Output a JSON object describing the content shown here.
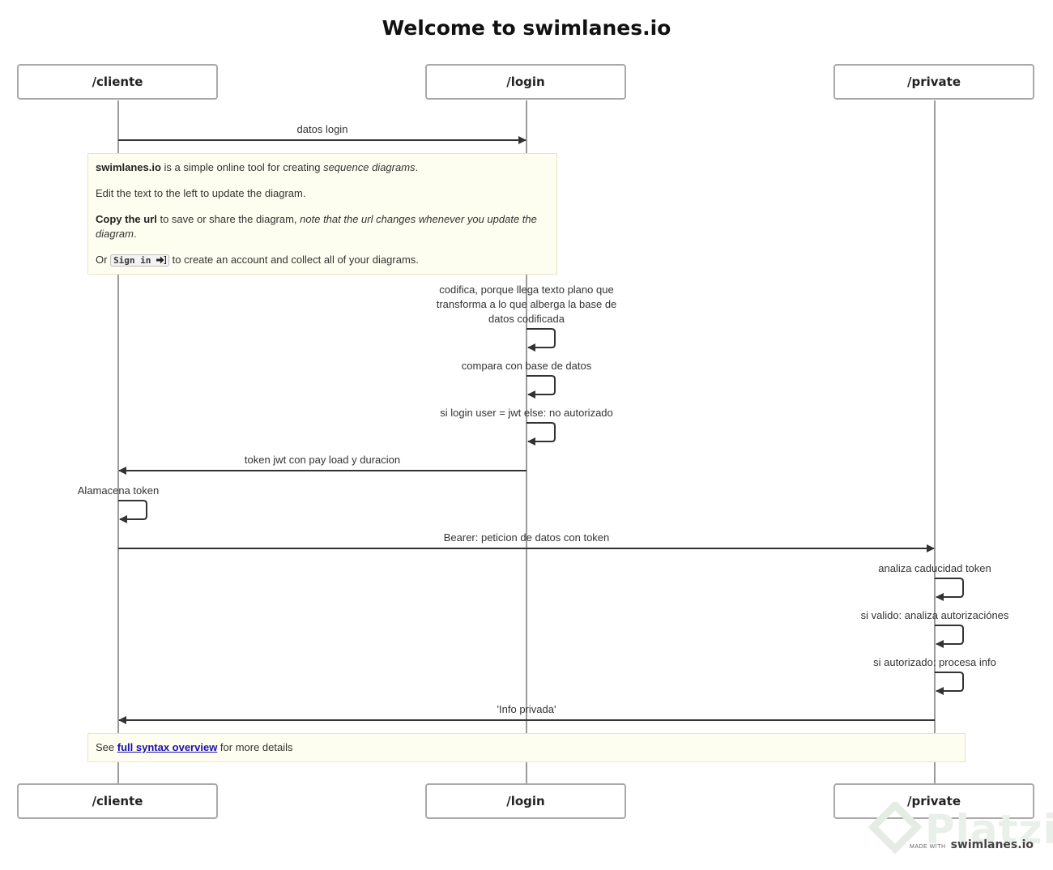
{
  "diagram": {
    "title": "Welcome to swimlanes.io"
  },
  "actors": [
    {
      "id": "cliente",
      "label": "/cliente"
    },
    {
      "id": "login",
      "label": "/login"
    },
    {
      "id": "private",
      "label": "/private"
    }
  ],
  "messages": [
    {
      "from": "cliente",
      "to": "login",
      "label": "datos login"
    },
    {
      "from": "login",
      "to": "login",
      "label": "codifica, porque llega texto plano que transforma a lo que alberga la base de datos codificada"
    },
    {
      "from": "login",
      "to": "login",
      "label": "compara con base de datos"
    },
    {
      "from": "login",
      "to": "login",
      "label": "si login user = jwt else: no autorizado"
    },
    {
      "from": "login",
      "to": "cliente",
      "label": "token jwt con pay load y duracion"
    },
    {
      "from": "cliente",
      "to": "cliente",
      "label": "Alamacena token"
    },
    {
      "from": "cliente",
      "to": "private",
      "label": "Bearer: peticion de datos con token"
    },
    {
      "from": "private",
      "to": "private",
      "label": "analiza caducidad token"
    },
    {
      "from": "private",
      "to": "private",
      "label": "si valido: analiza autorizaciónes"
    },
    {
      "from": "private",
      "to": "private",
      "label": "si autorizado: procesa info"
    },
    {
      "from": "private",
      "to": "cliente",
      "label": "'Info privada'"
    }
  ],
  "intro_note": {
    "line1_bold": "swimlanes.io",
    "line1_text": " is a simple online tool for creating ",
    "line1_italic": "sequence diagrams",
    "line1_end": ".",
    "line2": "Edit the text to the left to update the diagram.",
    "line3_bold": "Copy the url",
    "line3_text": " to save or share the diagram, ",
    "line3_italic": "note that the url changes whenever you update the diagram",
    "line3_end": ".",
    "line4_start": "Or ",
    "line4_kbd": "Sign in",
    "line4_kbd_icon": "sign-in-icon",
    "line4_end": " to create an account and collect all of your diagrams."
  },
  "footer_note": {
    "start": "See ",
    "link": "full syntax overview",
    "end": " for more details"
  },
  "branding": {
    "made_with": "MADE WITH",
    "brand": "swimlanes.io",
    "watermark": "Platzi"
  },
  "colors": {
    "line": "#333333",
    "lifeline": "#9b9b9b",
    "note_bg": "#fefef0"
  }
}
